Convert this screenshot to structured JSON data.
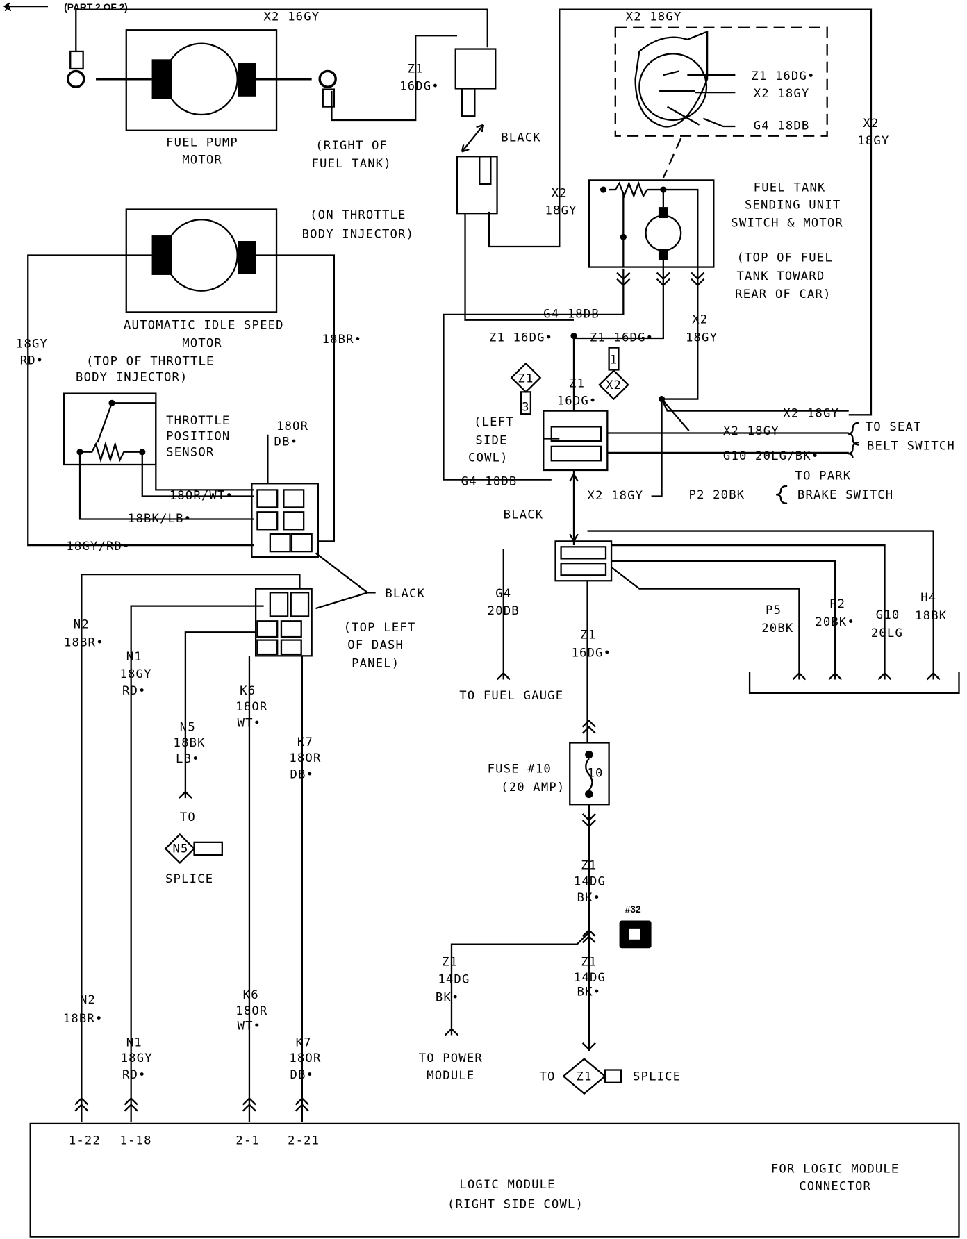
{
  "header": {
    "ref": "A",
    "part": "(PART 2 OF 2)"
  },
  "fuel_pump": {
    "wire_top": "X2 16GY",
    "label1": "FUEL PUMP",
    "label2": "MOTOR",
    "z1a": "Z1",
    "z1b": "16DG•",
    "loc1": "(RIGHT OF",
    "loc2": "FUEL TANK)",
    "black": "BLACK",
    "x2a": "X2",
    "x2b": "18GY"
  },
  "sending_unit": {
    "wire_top": "X2 18GY",
    "z1": "Z1 16DG•",
    "x2": "X2 18GY",
    "g4": "G4 18DB",
    "x2r_a": "X2",
    "x2r_b": "18GY",
    "name1": "FUEL TANK",
    "name2": "SENDING UNIT",
    "name3": "SWITCH & MOTOR",
    "loc1": "(TOP OF FUEL",
    "loc2": "TANK TOWARD",
    "loc3": "REAR OF CAR)"
  },
  "ais_motor": {
    "loc1": "(ON THROTTLE",
    "loc2": "BODY INJECTOR)",
    "name1": "AUTOMATIC IDLE SPEED",
    "name2": "MOTOR",
    "w_left_a": "18GY",
    "w_left_b": "RD•",
    "w_right": "18BR•"
  },
  "tps": {
    "loc1": "(TOP OF THROTTLE",
    "loc2": "BODY INJECTOR)",
    "name1": "THROTTLE",
    "name2": "POSITION",
    "name3": "SENSOR",
    "w1a": "18OR",
    "w1b": "DB•",
    "w2": "18OR/WT•",
    "w3": "18BK/LB•",
    "w4": "18GY/RD•"
  },
  "splice_area": {
    "g4": "G4 18DB",
    "z1l": "Z1 16DG•",
    "z1r": "Z1 16DG•",
    "x2a": "X2",
    "x2b": "18GY",
    "diamond_z1": "Z1",
    "tab_z1": "3",
    "diamond_x2": "X2",
    "tab_x2": "1",
    "z1c_a": "Z1",
    "z1c_b": "16DG•",
    "loc1": "(LEFT",
    "loc2": "SIDE",
    "loc3": "COWL)",
    "x2_seat1": "X2 18GY",
    "x2_seat2": "X2 18GY",
    "g10": "G10 20LG/BK•",
    "g4b": "G4 18DB",
    "x2c": "X2 18GY",
    "p2": "P2 20BK",
    "seat1": "TO SEAT",
    "seat2": "BELT SWITCH",
    "park1": "TO PARK",
    "park2": "BRAKE SWITCH",
    "black": "BLACK"
  },
  "dash": {
    "black": "BLACK",
    "loc1": "(TOP LEFT",
    "loc2": "OF DASH",
    "loc3": "PANEL)"
  },
  "gauge": {
    "g4a": "G4",
    "g4b": "20DB",
    "z1a": "Z1",
    "z1b": "16DG•",
    "p5a": "P5",
    "p5b": "20BK",
    "p2a": "P2",
    "p2b": "20BK•",
    "g10a": "G10",
    "g10b": "20LG",
    "h4a": "H4",
    "h4b": "18BK",
    "to_gauge": "TO FUEL GAUGE"
  },
  "fuse": {
    "label1": "FUSE #10",
    "label2": "(20 AMP)",
    "num": "10",
    "z1a": "Z1",
    "z1b": "14DG",
    "z1c": "BK•",
    "conn": "#32"
  },
  "power": {
    "l_a": "Z1",
    "l_b": "14DG",
    "l_c": "BK•",
    "r_a": "Z1",
    "r_b": "14DG",
    "r_c": "BK•",
    "to_power1": "TO POWER",
    "to_power2": "MODULE",
    "to": "TO",
    "splice_diamond": "Z1",
    "splice": "SPLICE"
  },
  "left_wires": {
    "n2a": "N2",
    "n2b": "18BR•",
    "n1a": "N1",
    "n1b": "18GY",
    "n1c": "RD•",
    "n5a": "N5",
    "n5b": "18BK",
    "n5c": "LB•",
    "to": "TO",
    "n5_diamond": "N5",
    "splice": "SPLICE",
    "k6a": "K6",
    "k6b": "18OR",
    "k6c": "WT•",
    "k7a": "K7",
    "k7b": "18OR",
    "k7c": "DB•"
  },
  "bottom_wires": {
    "n2a": "N2",
    "n2b": "18BR•",
    "n1a": "N1",
    "n1b": "18GY",
    "n1c": "RD•",
    "k6a": "K6",
    "k6b": "18OR",
    "k6c": "WT•",
    "k7a": "K7",
    "k7b": "18OR",
    "k7c": "DB•"
  },
  "logic_module": {
    "pins": [
      "1-22",
      "1-18",
      "2-1",
      "2-21"
    ],
    "name1": "LOGIC MODULE",
    "name2": "(RIGHT SIDE COWL)",
    "note1": "FOR LOGIC MODULE",
    "note2": "CONNECTOR"
  }
}
